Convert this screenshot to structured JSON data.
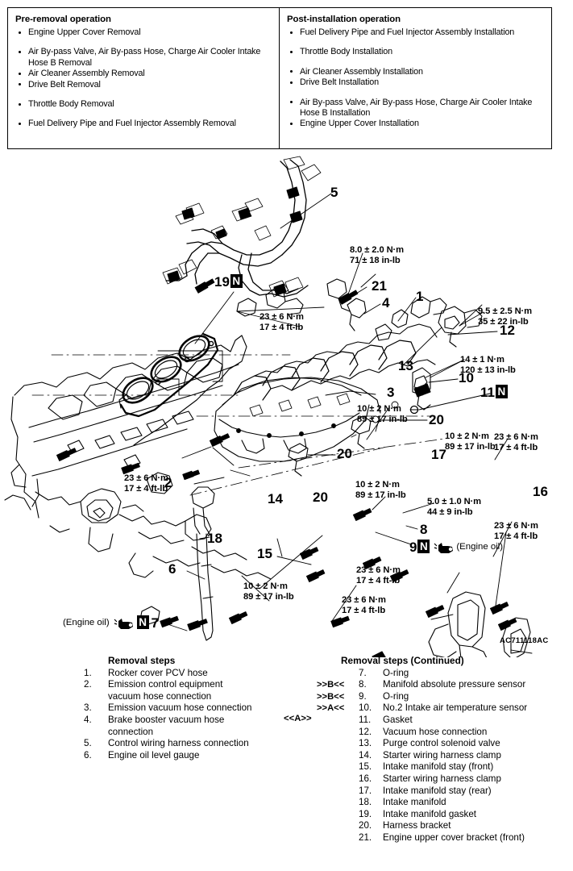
{
  "header": {
    "pre_removal": {
      "title": "Pre-removal operation",
      "items": [
        {
          "text": "Engine Upper Cover Removal",
          "gap": false
        },
        {
          "text": "Air By-pass Valve, Air By-pass Hose, Charge Air Cooler Intake Hose B Removal",
          "gap": true
        },
        {
          "text": "Air Cleaner Assembly Removal",
          "gap": false
        },
        {
          "text": "Drive Belt Removal",
          "gap": false
        },
        {
          "text": "Throttle Body Removal",
          "gap": true
        },
        {
          "text": "Fuel Delivery Pipe and Fuel Injector Assembly Removal",
          "gap": true
        }
      ]
    },
    "post_installation": {
      "title": "Post-installation operation",
      "items": [
        {
          "text": "Fuel Delivery Pipe and Fuel Injector Assembly Installation",
          "gap": false
        },
        {
          "text": "Throttle Body Installation",
          "gap": true
        },
        {
          "text": "Air Cleaner Assembly Installation",
          "gap": true
        },
        {
          "text": "Drive Belt Installation",
          "gap": false
        },
        {
          "text": "Air By-pass Valve, Air By-pass Hose, Charge Air Cooler Intake Hose B Installation",
          "gap": true
        },
        {
          "text": "Engine Upper Cover Installation",
          "gap": false
        }
      ]
    }
  },
  "diagram": {
    "drawing_reference": "AC711118AC",
    "torque_callouts": [
      {
        "id": "tq-21",
        "metric": "8.0 ± 2.0 N·m",
        "imperial": "71 ± 18 in-lb"
      },
      {
        "id": "tq-12",
        "metric": "9.5 ± 2.5 N·m",
        "imperial": "35 ± 22 in-lb"
      },
      {
        "id": "tq-10",
        "metric": "14 ± 1 N·m",
        "imperial": "120 ± 13 in-lb"
      },
      {
        "id": "tq-harness",
        "metric": "10 ± 2 N·m",
        "imperial": "89 ± 17 in-lb"
      },
      {
        "id": "tq-stay-rear",
        "metric": "10 ± 2 N·m",
        "imperial": "89 ± 17 in-lb"
      },
      {
        "id": "tq-16",
        "metric": "23 ± 6 N·m",
        "imperial": "17 ± 4 ft-lb"
      },
      {
        "id": "tq-17",
        "metric": "23 ± 6 N·m",
        "imperial": "17 ± 4 ft-lb"
      },
      {
        "id": "tq-8",
        "metric": "5.0 ± 1.0 N·m",
        "imperial": "44 ± 9 in-lb"
      },
      {
        "id": "tq-bracket",
        "metric": "10 ± 2 N·m",
        "imperial": "89 ± 17 in-lb"
      },
      {
        "id": "tq-manifold",
        "metric": "23 ± 6 N·m",
        "imperial": "17 ± 4 ft-lb"
      },
      {
        "id": "tq-upper",
        "metric": "23 ± 6 N·m",
        "imperial": "17 ± 4 ft-lb"
      },
      {
        "id": "tq-stay2",
        "metric": "23 ± 6 N·m",
        "imperial": "17 ± 4 ft-lb"
      },
      {
        "id": "tq-15",
        "metric": "10 ± 2 N·m",
        "imperial": "89 ± 17 in-lb"
      },
      {
        "id": "tq-front",
        "metric": "23 ± 6 N·m",
        "imperial": "17 ± 4 ft-lb"
      }
    ],
    "part_numbers": [
      "1",
      "2",
      "3",
      "4",
      "5",
      "6",
      "7",
      "8",
      "9",
      "10",
      "11",
      "12",
      "13",
      "14",
      "15",
      "16",
      "17",
      "18",
      "19",
      "20",
      "21"
    ],
    "badges": {
      "n": "N"
    },
    "oil_notes": [
      {
        "id": "oil-left",
        "number": "7",
        "badge": "N",
        "label": "(Engine oil)"
      },
      {
        "id": "oil-right",
        "number": "9",
        "badge": "N",
        "label": "(Engine oil)"
      }
    ]
  },
  "removal_steps": {
    "left": {
      "title": "Removal steps",
      "items": [
        {
          "no": "1.",
          "text": "Rocker cover PCV hose",
          "text2": "",
          "mark": ""
        },
        {
          "no": "2.",
          "text": "Emission control equipment",
          "text2": "vacuum hose connection",
          "mark": ""
        },
        {
          "no": "3.",
          "text": "Emission vacuum hose connection",
          "text2": "",
          "mark": "<<A>>"
        },
        {
          "no": "4.",
          "text": "Brake booster vacuum hose",
          "text2": "connection",
          "mark": ""
        },
        {
          "no": "5.",
          "text": "Control wiring harness connection",
          "text2": "",
          "mark": ""
        },
        {
          "no": "6.",
          "text": "Engine oil level gauge",
          "text2": "",
          "mark": ""
        }
      ]
    },
    "right": {
      "title": "Removal steps (Continued)",
      "items": [
        {
          "no": "7.",
          "text": "O-ring",
          "mark": ""
        },
        {
          "no": "8.",
          "text": "Manifold absolute pressure sensor",
          "mark": ">>B<<"
        },
        {
          "no": "9.",
          "text": "O-ring",
          "mark": ">>B<<"
        },
        {
          "no": "10.",
          "text": "No.2 Intake air temperature sensor",
          "mark": ">>A<<"
        },
        {
          "no": "11.",
          "text": "Gasket",
          "mark": ""
        },
        {
          "no": "12.",
          "text": "Vacuum hose connection",
          "mark": ""
        },
        {
          "no": "13.",
          "text": "Purge control solenoid valve",
          "mark": ""
        },
        {
          "no": "14.",
          "text": "Starter wiring harness clamp",
          "mark": ""
        },
        {
          "no": "15.",
          "text": "Intake manifold stay (front)",
          "mark": ""
        },
        {
          "no": "16.",
          "text": "Starter wiring harness clamp",
          "mark": ""
        },
        {
          "no": "17.",
          "text": "Intake manifold stay (rear)",
          "mark": ""
        },
        {
          "no": "18.",
          "text": "Intake manifold",
          "mark": ""
        },
        {
          "no": "19.",
          "text": "Intake manifold gasket",
          "mark": ""
        },
        {
          "no": "20.",
          "text": "Harness bracket",
          "mark": ""
        },
        {
          "no": "21.",
          "text": "Engine upper cover bracket (front)",
          "mark": ""
        }
      ]
    }
  }
}
